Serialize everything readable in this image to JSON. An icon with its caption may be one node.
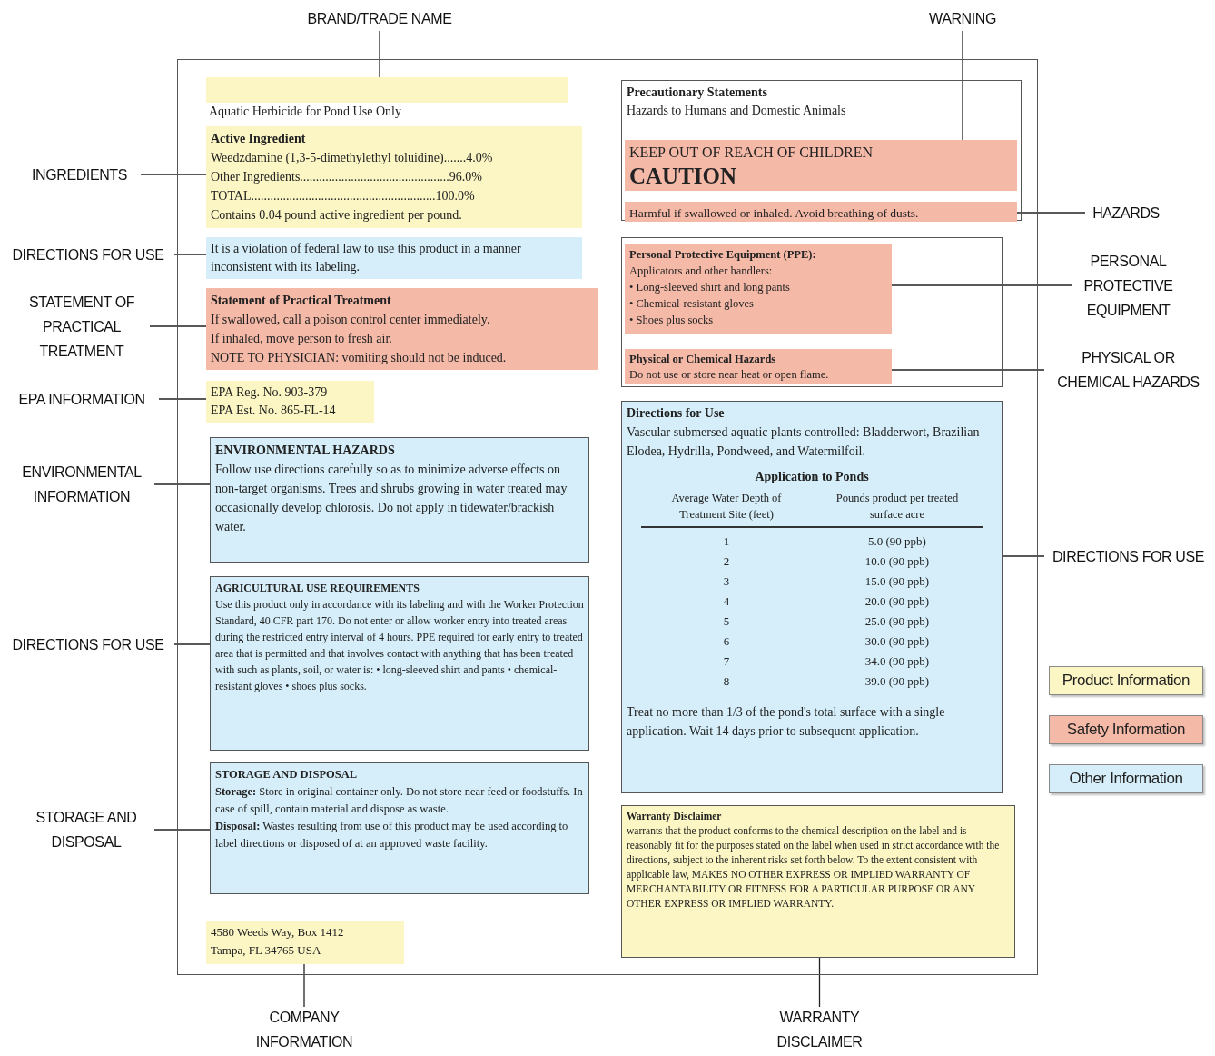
{
  "diagram": {
    "nodes": [
      {
        "text": [],
        "shape": "box"
      },
      {
        "text": [],
        "shape": "box",
        "in": 0
      },
      {
        "text": [
          "Active Ingredient",
          "Weedzdamine (1,3-5-dimethylethyl toluidine).......4.0%",
          "Other Ingredients...............................................96.0%",
          "TOTAL..........................................................100.0%",
          "Contains 0.04 pound active ingredient per pound."
        ],
        "in": 0
      },
      {
        "text": [
          "It is a violation of federal law to use this product in a manner inconsistent with its labeling."
        ],
        "in": 0
      },
      {
        "text": [
          "Statement of Practical Treatment",
          "If swallowed, call a poison control center immediately.",
          "If inhaled, move person to fresh air.",
          "NOTE TO PHYSICIAN: vomiting should not be induced."
        ],
        "in": 0
      },
      {
        "text": [
          "EPA Reg. No. 903-379",
          "EPA Est. No. 865-FL-14"
        ],
        "in": 0
      },
      {
        "text": [
          "ENVIRONMENTAL HAZARDS",
          "Follow use directions carefully so as to minimize adverse effects on non-target organisms. Trees and shrubs growing in water treated may occasionally develop chlorosis. Do not apply in tidewater/brackish water."
        ],
        "in": 0
      },
      {
        "text": [
          "AGRICULTURAL USE REQUIREMENTS",
          "Use this product only in accordance with its labeling and with the Worker Protection Standard, 40 CFR part 170. Do not enter or allow worker entry into treated areas during the restricted entry interval of 4 hours. PPE required for early entry to treated area that is permitted and that involves contact with anything that has been treated with such as plants, soil, or water is: • long-sleeved shirt and pants • chemical-resistant gloves • shoes plus socks."
        ],
        "in": 0
      },
      {
        "text": [
          "STORAGE AND DISPOSAL",
          "**Storage:** Store in original container only. Do not store near feed or foodstuffs. In case of spill, contain material and dispose as waste.",
          "**Disposal:** Wastes resulting from use of this product may be used according to label directions or disposed of at an approved waste facility."
        ],
        "in": 0
      },
      {
        "text": [
          "4580 Weeds Way, Box 1412",
          "Tampa, FL 34765 USA"
        ],
        "in": 0
      },
      {
        "text": [
          "Precautionary Statements",
          "Hazards to Humans and Domestic Animals"
        ],
        "in": 0
      },
      {
        "text": [
          "KEEP OUT OF REACH OF CHILDREN",
          "CAUTION"
        ],
        "in": 10
      },
      {
        "text": [
          "Harmful if swallowed or inhaled. Avoid breathing of dusts."
        ],
        "in": 10
      },
      {
        "text": [],
        "shape": "box",
        "in": 0
      },
      {
        "text": [
          "Personal Protective Equipment (PPE):",
          "Applicators and other handlers:",
          "• Long-sleeved shirt and long pants",
          "• Chemical-resistant gloves",
          "• Shoes plus socks"
        ],
        "in": 13
      },
      {
        "text": [
          "Physical or Chemical Hazards",
          "Do not use or store near heat or open flame."
        ],
        "in": 13
      },
      {
        "text": [
          "Directions for Use",
          "Vascular submersed aquatic plants controlled: Bladderwort, Brazilian Elodea, Hydrilla, Pondweed, and Watermilfoil.",
          "Application to Ponds",
          "Average Water Depth of Treatment Site (feet)",
          "Pounds product per treated surface acre",
          "1",
          "5.0 (90 ppb)",
          "2",
          "10.0 (90 ppb)",
          "3",
          "15.0 (90 ppb)",
          "4",
          "20.0 (90 ppb)",
          "5",
          "25.0 (90 ppb)",
          "6",
          "30.0 (90 ppb)",
          "7",
          "34.0 (90 ppb)",
          "8",
          "39.0 (90 ppb)",
          "Treat no more than 1/3 of the pond's total surface with a single application. Wait 14 days prior to subsequent application."
        ],
        "in": 0
      },
      {
        "text": [
          "Warranty Disclaimer",
          "warrants that the product conforms to the chemical description on the label and is reasonably fit for the purposes stated on the label when used in strict accordance with the directions, subject to the inherent risks set forth below. To the extent consistent with applicable law, MAKES NO OTHER EXPRESS OR IMPLIED WARRANTY OF MERCHANTABILITY OR FITNESS FOR A PARTICULAR PURPOSE OR ANY OTHER EXPRESS OR IMPLIED WARRANTY."
        ],
        "in": 0
      },
      {
        "text": [
          "BRAND/TRADE NAME"
        ]
      },
      {
        "text": [
          "WARNING"
        ]
      },
      {
        "text": [
          "INGREDIENTS"
        ]
      },
      {
        "text": [
          "DIRECTIONS FOR USE"
        ]
      },
      {
        "text": [
          "STATEMENT OF PRACTICAL TREATMENT"
        ]
      },
      {
        "text": [
          "EPA INFORMATION"
        ]
      },
      {
        "text": [
          "ENVIRONMENTAL INFORMATION"
        ]
      },
      {
        "text": [
          "DIRECTIONS FOR USE"
        ]
      },
      {
        "text": [
          "STORAGE AND DISPOSAL"
        ]
      },
      {
        "text": [
          "HAZARDS"
        ]
      },
      {
        "text": [
          "PERSONAL PROTECTIVE EQUIPMENT"
        ]
      },
      {
        "text": [
          "PHYSICAL OR CHEMICAL HAZARDS"
        ]
      },
      {
        "text": [
          "DIRECTIONS FOR USE"
        ]
      },
      {
        "text": [
          "COMPANY INFORMATION"
        ]
      },
      {
        "text": [
          "WARRANTY DISCLAIMER"
        ]
      }
    ],
    "edges": [
      {
        "from": 18,
        "to": 1,
        "arrow": "none"
      },
      {
        "from": 19,
        "to": 11,
        "arrow": "none"
      },
      {
        "from": 20,
        "to": 2,
        "arrow": "none"
      },
      {
        "from": 21,
        "to": 3,
        "arrow": "none"
      },
      {
        "from": 22,
        "to": 4,
        "arrow": "none"
      },
      {
        "from": 23,
        "to": 5,
        "arrow": "none"
      },
      {
        "from": 24,
        "to": 6,
        "arrow": "none"
      },
      {
        "from": 25,
        "to": 7,
        "arrow": "none"
      },
      {
        "from": 26,
        "to": 8,
        "arrow": "none"
      },
      {
        "from": 27,
        "to": 12,
        "arrow": "none"
      },
      {
        "from": 28,
        "to": 14,
        "arrow": "none"
      },
      {
        "from": 29,
        "to": 15,
        "arrow": "none"
      },
      {
        "from": 30,
        "to": 16,
        "arrow": "none"
      },
      {
        "from": 31,
        "to": 9,
        "arrow": "none"
      },
      {
        "from": 32,
        "to": 17,
        "arrow": "none"
      }
    ],
    "labels": [
      "Aquatic Herbicide for Pond Use Only"
    ],
    "legend": [
      {
        "text": "Product Information",
        "color": "#fbf6c4"
      },
      {
        "text": "Safety Information",
        "color": "#f5b9a8"
      },
      {
        "text": "Other Information",
        "color": "#d5eef9"
      }
    ]
  }
}
